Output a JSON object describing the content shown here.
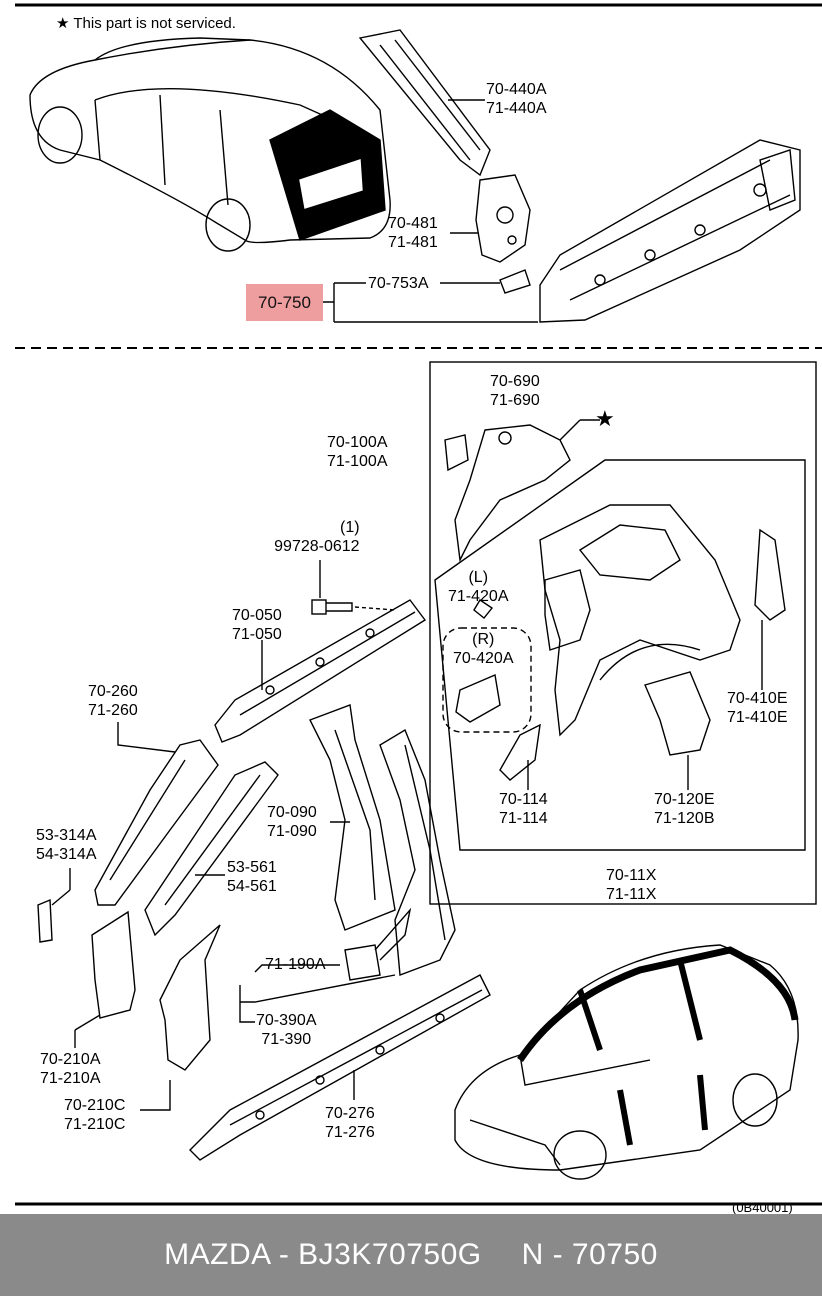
{
  "note": {
    "star": "★",
    "text": "This part is not serviced."
  },
  "highlight_label": "70-750",
  "callouts": [
    {
      "id": "c-70-440a",
      "lines": [
        "70-440A",
        "71-440A"
      ]
    },
    {
      "id": "c-70-481",
      "lines": [
        "70-481",
        "71-481"
      ]
    },
    {
      "id": "c-70-753a",
      "lines": [
        "70-753A"
      ]
    },
    {
      "id": "c-70-690",
      "lines": [
        "70-690",
        "71-690"
      ]
    },
    {
      "id": "c-70-100a",
      "lines": [
        "70-100A",
        "71-100A"
      ]
    },
    {
      "id": "c-99728",
      "lines": [
        "(1)",
        "99728-0612"
      ]
    },
    {
      "id": "c-71-420a-l",
      "lines": [
        "(L)",
        "71-420A"
      ]
    },
    {
      "id": "c-70-420a-r",
      "lines": [
        "(R)",
        "70-420A"
      ]
    },
    {
      "id": "c-70-050",
      "lines": [
        "70-050",
        "71-050"
      ]
    },
    {
      "id": "c-70-260",
      "lines": [
        "70-260",
        "71-260"
      ]
    },
    {
      "id": "c-70-410e",
      "lines": [
        "70-410E",
        "71-410E"
      ]
    },
    {
      "id": "c-70-114",
      "lines": [
        "70-114",
        "71-114"
      ]
    },
    {
      "id": "c-70-120e",
      "lines": [
        "70-120E",
        "71-120B"
      ]
    },
    {
      "id": "c-70-090",
      "lines": [
        "70-090",
        "71-090"
      ]
    },
    {
      "id": "c-53-314a",
      "lines": [
        "53-314A",
        "54-314A"
      ]
    },
    {
      "id": "c-53-561",
      "lines": [
        "53-561",
        "54-561"
      ]
    },
    {
      "id": "c-70-11x",
      "lines": [
        "70-11X",
        "71-11X"
      ]
    },
    {
      "id": "c-71-190a",
      "lines": [
        "71-190A"
      ]
    },
    {
      "id": "c-70-390a",
      "lines": [
        "70-390A",
        "71-390"
      ]
    },
    {
      "id": "c-70-210a",
      "lines": [
        "70-210A",
        "71-210A"
      ]
    },
    {
      "id": "c-70-210c",
      "lines": [
        "70-210C",
        "71-210C"
      ]
    },
    {
      "id": "c-70-276",
      "lines": [
        "70-276",
        "71-276"
      ]
    }
  ],
  "star_mark": "★",
  "ref_code": "(0B40001)",
  "footer": {
    "left": "MAZDA - BJ3K70750G",
    "right": "N - 70750"
  }
}
